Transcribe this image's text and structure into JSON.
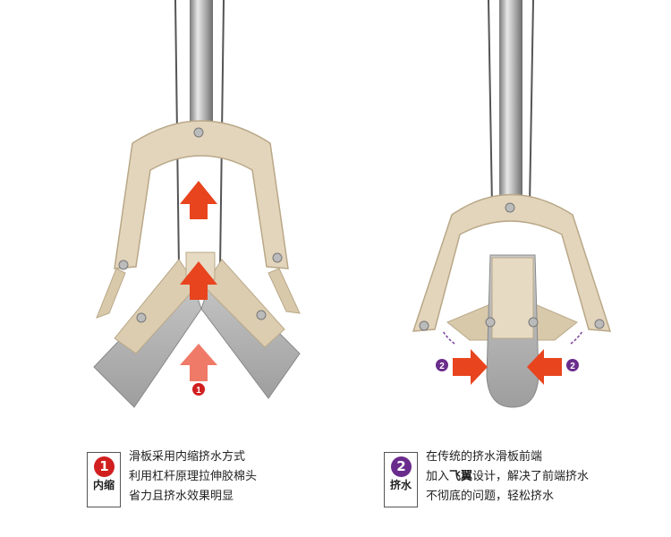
{
  "colors": {
    "accent_red": "#d11e1e",
    "accent_purple": "#6a2c8c",
    "plate": "#e3d5bc",
    "arrow": "#e8441e"
  },
  "markers": {
    "left_arrow_num": "1",
    "right_arrow_num": "2"
  },
  "feature1": {
    "number": "1",
    "label": "内缩",
    "lines": [
      "滑板采用内缩挤水方式",
      "利用杠杆原理拉伸胶棉头",
      "省力且挤水效果明显"
    ]
  },
  "feature2": {
    "number": "2",
    "label": "挤水",
    "line1": "在传统的挤水滑板前端",
    "line2_pre": "加入",
    "line2_bold": "飞翼",
    "line2_post": "设计，解决了前端挤水",
    "line3": "不彻底的问题，轻松挤水"
  }
}
